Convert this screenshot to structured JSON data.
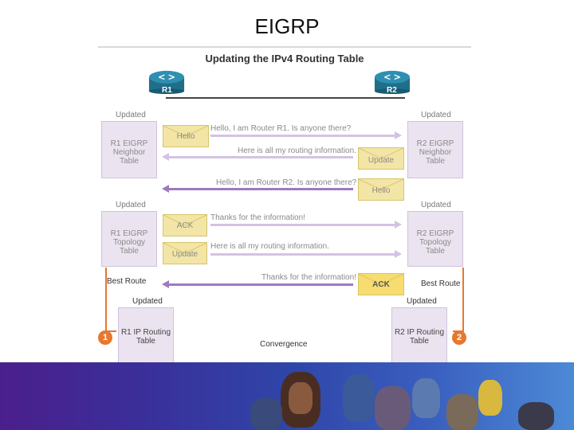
{
  "slide": {
    "title": "EIGRP"
  },
  "figure": {
    "title": "Updating the IPv4 Routing Table",
    "routers": {
      "left": "R1",
      "right": "R2"
    },
    "neighbor_tables": {
      "left": {
        "status": "Updated",
        "lines": [
          "R1 EIGRP",
          "Neighbor",
          "Table"
        ]
      },
      "right": {
        "status": "Updated",
        "lines": [
          "R2 EIGRP",
          "Neighbor",
          "Table"
        ]
      }
    },
    "topology_tables": {
      "left": {
        "status": "Updated",
        "lines": [
          "R1 EIGRP",
          "Topology",
          "Table"
        ]
      },
      "right": {
        "status": "Updated",
        "lines": [
          "R2 EIGRP",
          "Topology",
          "Table"
        ]
      }
    },
    "routing_tables": {
      "left": {
        "status": "Updated",
        "lines": [
          "R1 IP Routing",
          "Table"
        ],
        "best_route": "Best Route",
        "step": "1"
      },
      "right": {
        "status": "Updated",
        "lines": [
          "R2 IP Routing",
          "Table"
        ],
        "best_route": "Best Route",
        "step": "2"
      }
    },
    "convergence": "Convergence",
    "messages": [
      {
        "text": "Hello, I am Router R1. Is anyone there?",
        "packet": "Hello"
      },
      {
        "text": "Here is all my routing information.",
        "packet": "Update"
      },
      {
        "text": "Hello, I am Router R2. Is anyone there?",
        "packet": "Hello"
      },
      {
        "text": "Thanks for the information!",
        "packet": "ACK"
      },
      {
        "text": "Here is all my routing information.",
        "packet": "Update"
      },
      {
        "text": "Thanks for the information!",
        "packet": "ACK"
      }
    ]
  },
  "colors": {
    "accent_orange": "#e8772e",
    "envelope": "#f7dc6f",
    "table_bg": "#ebe4f0",
    "arrow_purple": "#9e7ac0",
    "footer_start": "#4a1f8c",
    "footer_end": "#4c8ad6"
  },
  "icons": {
    "router": "router-icon",
    "envelope": "envelope-icon"
  }
}
